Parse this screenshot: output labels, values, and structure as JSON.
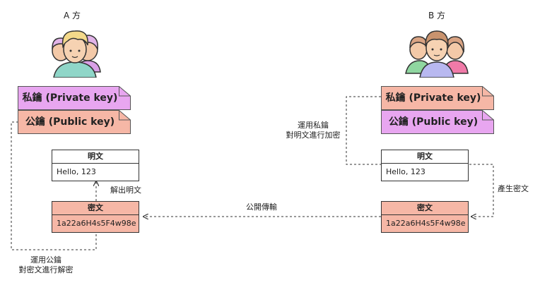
{
  "party_a": {
    "label": "A 方",
    "private_key": "私鑰 (Private key)",
    "public_key": "公鑰 (Public key)",
    "plain_header": "明文",
    "plain_value": "Hello, 123",
    "cipher_header": "密文",
    "cipher_value": "1a22a6H4s5F4w98e",
    "decrypt_label": "解出明文",
    "apply_key_line1": "運用公鑰",
    "apply_key_line2": "對密文進行解密"
  },
  "party_b": {
    "label": "B 方",
    "private_key": "私鑰 (Private key)",
    "public_key": "公鑰 (Public key)",
    "plain_header": "明文",
    "plain_value": "Hello, 123",
    "cipher_header": "密文",
    "cipher_value": "1a22a6H4s5F4w98e",
    "encrypt_line1": "運用私鑰",
    "encrypt_line2": "對明文進行加密",
    "produce_label": "產生密文"
  },
  "transfer_label": "公開傳輸",
  "colors": {
    "private_key_a": "#e8a6f0",
    "public_key_a": "#f6b7a6",
    "private_key_b": "#f6b7a6",
    "public_key_b": "#e8a6f0",
    "cipher_fill": "#f6b7a6",
    "line": "#333333"
  },
  "icons": {
    "party_a": "single-person-icon",
    "party_b": "group-people-icon"
  }
}
